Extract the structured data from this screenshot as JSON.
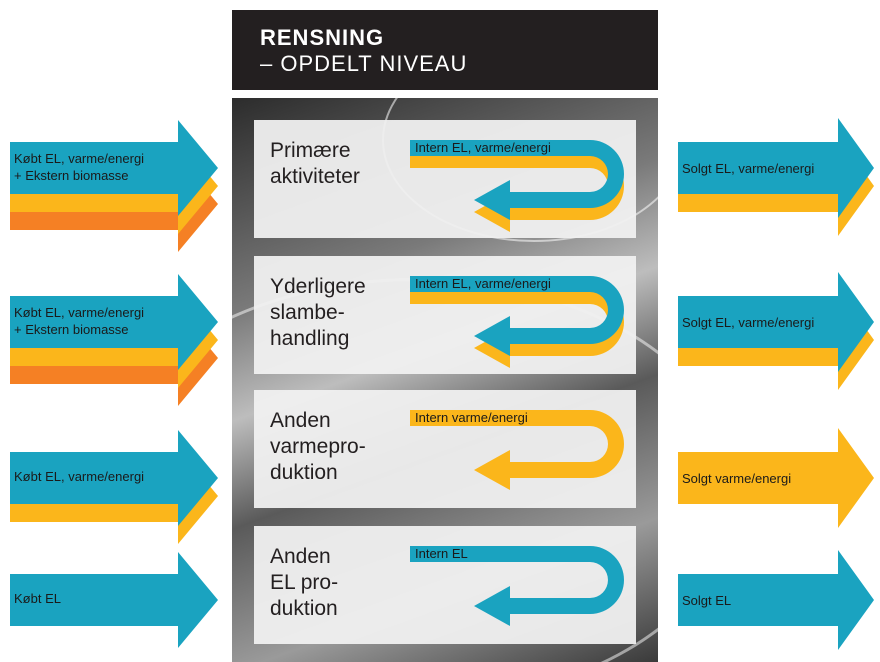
{
  "colors": {
    "teal": "#1aa3c0",
    "yellow": "#fbb61b",
    "orange": "#f58024",
    "title_bg": "#231f20"
  },
  "header": {
    "title": "RENSNING",
    "subtitle": "– OPDELT NIVEAU"
  },
  "rows": [
    {
      "panel_label_lines": [
        "Primære",
        "aktiviteter"
      ],
      "inflow_lines": [
        "Købt EL, varme/energi",
        "+ Ekstern biomasse"
      ],
      "inflow_layers": [
        "teal",
        "yellow",
        "orange"
      ],
      "internal_label": "Intern EL, varme/energi",
      "internal_layers": [
        "teal",
        "yellow"
      ],
      "outflow_label": "Solgt EL, varme/energi",
      "outflow_layers": [
        "teal",
        "yellow"
      ]
    },
    {
      "panel_label_lines": [
        "Yderligere",
        "slambe-",
        "handling"
      ],
      "inflow_lines": [
        "Købt EL, varme/energi",
        "+ Ekstern biomasse"
      ],
      "inflow_layers": [
        "teal",
        "yellow",
        "orange"
      ],
      "internal_label": "Intern EL, varme/energi",
      "internal_layers": [
        "teal",
        "yellow"
      ],
      "outflow_label": "Solgt EL, varme/energi",
      "outflow_layers": [
        "teal",
        "yellow"
      ]
    },
    {
      "panel_label_lines": [
        "Anden",
        "varmepro-",
        "duktion"
      ],
      "inflow_lines": [
        "Købt EL, varme/energi"
      ],
      "inflow_layers": [
        "teal",
        "yellow"
      ],
      "internal_label": "Intern varme/energi",
      "internal_layers": [
        "yellow"
      ],
      "outflow_label": "Solgt varme/energi",
      "outflow_layers": [
        "yellow"
      ]
    },
    {
      "panel_label_lines": [
        "Anden",
        "EL pro-",
        "duktion"
      ],
      "inflow_lines": [
        "Købt EL"
      ],
      "inflow_layers": [
        "teal"
      ],
      "internal_label": "Intern EL",
      "internal_layers": [
        "teal"
      ],
      "outflow_label": "Solgt EL",
      "outflow_layers": [
        "teal"
      ]
    }
  ]
}
